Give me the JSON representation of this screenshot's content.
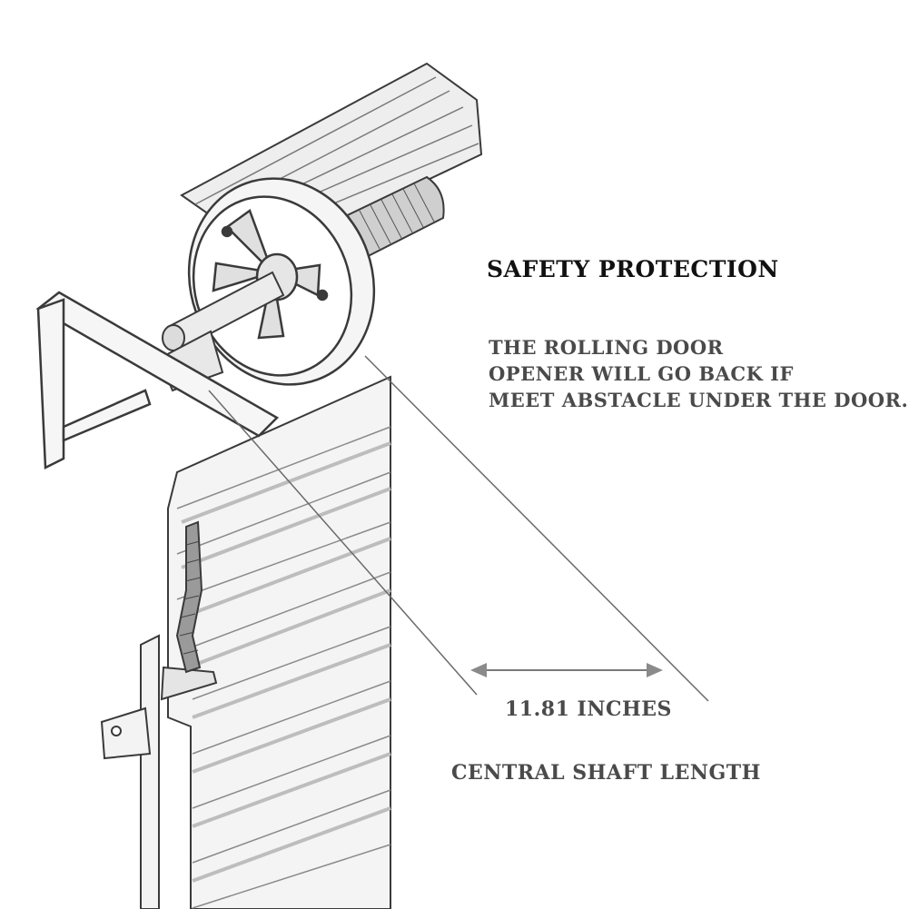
{
  "heading": "SAFETY PROTECTION",
  "description_lines": [
    "THE ROLLING DOOR",
    "OPENER WILL GO BACK IF",
    "MEET ABSTACLE UNDER THE DOOR."
  ],
  "measurement": {
    "value": "11.81 INCHES",
    "caption": "CENTRAL SHAFT LENGTH"
  },
  "colors": {
    "heading": "#111111",
    "body_text": "#4a4a4a",
    "line_art": "#3a3a3a",
    "fill_light": "#f2f2f2",
    "fill_shade": "#d9d9d9"
  }
}
